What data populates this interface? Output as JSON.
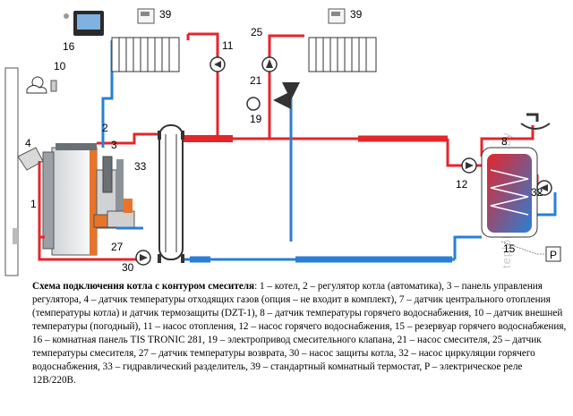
{
  "labels": {
    "boiler": "1",
    "regulator": "2",
    "panel": "3",
    "flue_sensor": "4",
    "outdoor_sensor": "10",
    "heating_pump": "11",
    "dhw_pump": "12",
    "dhw_tank": "15",
    "room_panel": "16",
    "mixer_actuator": "19",
    "mixer_pump": "21",
    "mixer_sensor": "25",
    "return_sensor": "27",
    "boiler_pump": "30",
    "circulation_pump": "32",
    "hydraulic_separator": "33",
    "thermostat_a": "39",
    "thermostat_b": "39",
    "dhw_sensor": "8",
    "relay": "P"
  },
  "watermark": "teplolab.by   teplolab.by",
  "caption": {
    "title": "Схема подключения котла с контуром смесителя",
    "text": ": 1 – котел, 2 – регулятор котла (автоматика), 3 – панель управления регулятора, 4 – датчик температуры отходящих газов (опция – не входит в комплект), 7 – датчик центрального отопления (температуры котла) и датчик термозащиты (DZT-1), 8 – датчик температуры горячего водоснабжения, 10 – датчик внешней температуры (погодный), 11 – насос отопления, 12 – насос горячего водоснабжения, 15 – резервуар горячего водоснабжения, 16 – комнатная панель TIS TRONIC 281, 19 – электропривод смесительного клапана, 21 – насос смесителя, 25 – датчик температуры смесителя, 27 – датчик температуры возврата, 30 – насос защиты котла, 32 – насос циркуляции горячего водоснабжения, 33 – гидравлический разделитель, 39 – стандартный комнатный термостат, P – электрическое реле 12В/220В."
  },
  "colors": {
    "supply": "#e4262b",
    "return": "#2a7fd4",
    "boiler_accent": "#e8742a",
    "wire": "#555555"
  }
}
